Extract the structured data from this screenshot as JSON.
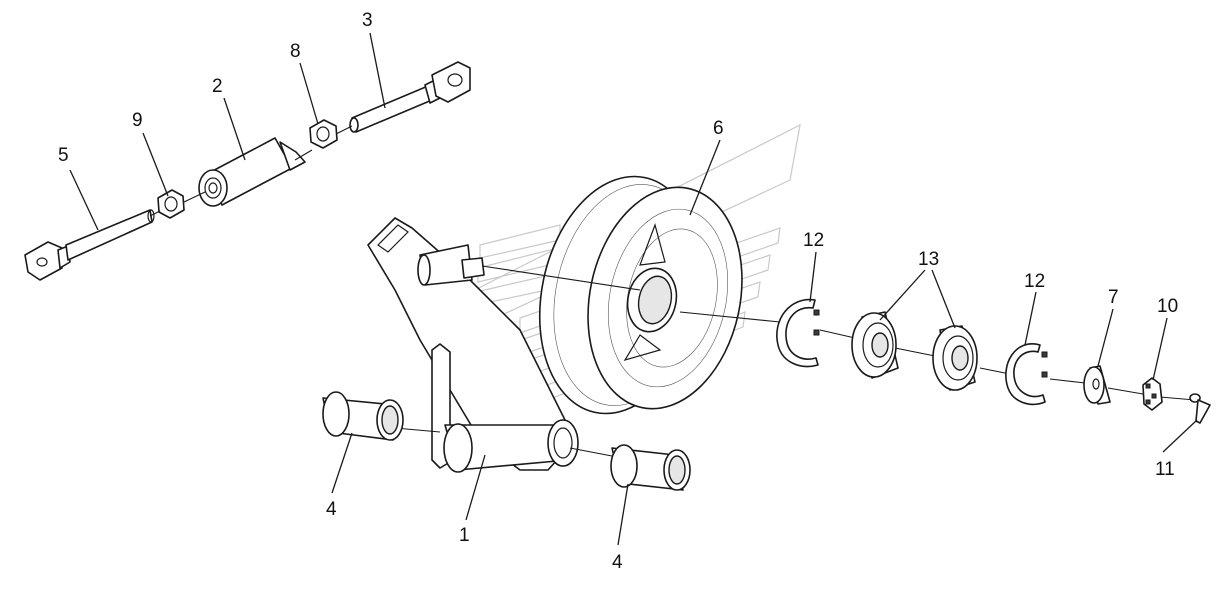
{
  "callouts": {
    "c1": "1",
    "c2": "2",
    "c3": "3",
    "c4a": "4",
    "c4b": "4",
    "c5": "5",
    "c6": "6",
    "c7": "7",
    "c8": "8",
    "c9": "9",
    "c10": "10",
    "c11": "11",
    "c12a": "12",
    "c12b": "12",
    "c13": "13"
  }
}
